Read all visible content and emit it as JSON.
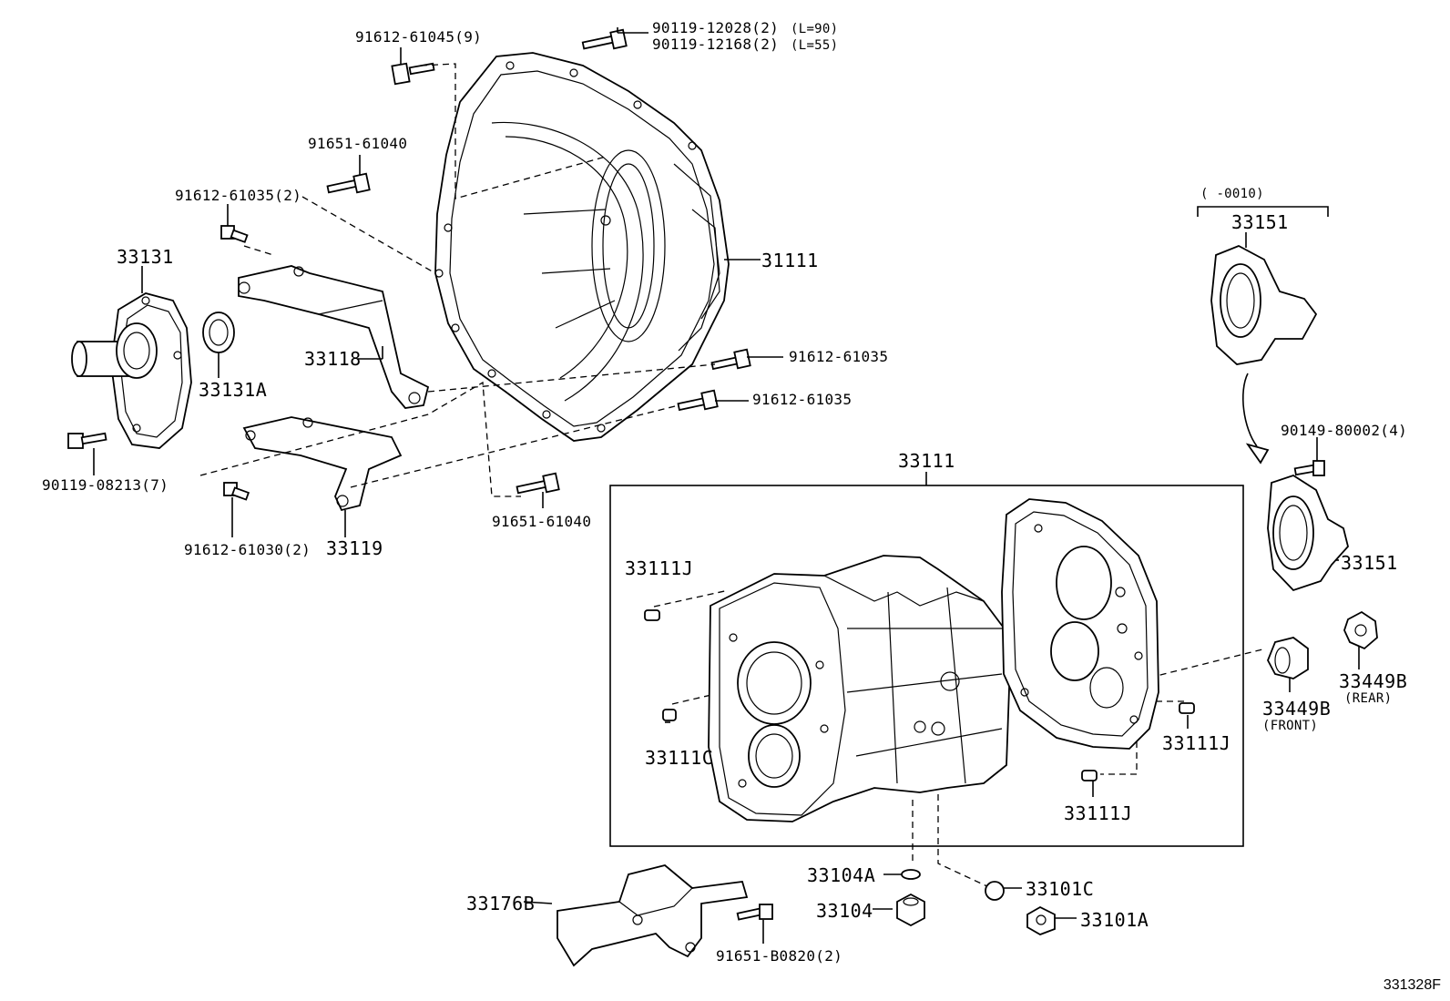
{
  "labels": {
    "p_91612_61045": "91612-61045(9)",
    "p_90119_12028": "90119-12028(2)",
    "p_90119_12028_len": "(L=90)",
    "p_90119_12168": "90119-12168(2)",
    "p_90119_12168_len": "(L=55)",
    "p_91651_61040_top": "91651-61040",
    "p_91612_61035_2": "91612-61035(2)",
    "p_33131": "33131",
    "p_31111": "31111",
    "p_33118": "33118",
    "p_33131A": "33131A",
    "p_91612_61035_a": "91612-61035",
    "p_91612_61035_b": "91612-61035",
    "p_90119_08213": "90119-08213(7)",
    "p_91612_61030": "91612-61030(2)",
    "p_33119": "33119",
    "p_91651_61040_bot": "91651-61040",
    "p_33111_box": "33111",
    "p_33111J_a": "33111J",
    "p_33111C": "33111C",
    "p_33111J_b": "33111J",
    "p_33111J_c": "33111J",
    "p_range": "(      -0010)",
    "p_33151_top": "33151",
    "p_90149_80002": "90149-80002(4)",
    "p_33151_bot": "33151",
    "p_33449B_front": "33449B",
    "p_front": "(FRONT)",
    "p_33449B_rear": "33449B",
    "p_rear": "(REAR)",
    "p_33104A": "33104A",
    "p_33104": "33104",
    "p_33101C": "33101C",
    "p_33101A": "33101A",
    "p_33176B": "33176B",
    "p_91651_B0820": "91651-B0820(2)"
  },
  "diagram_id": "331328F"
}
